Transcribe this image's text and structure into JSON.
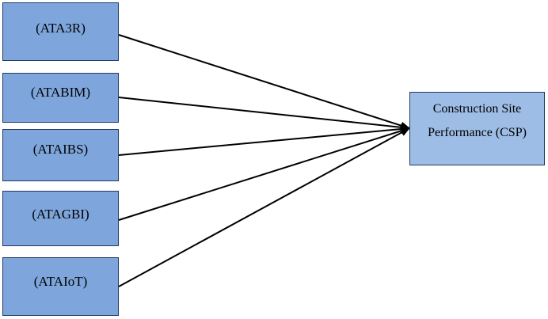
{
  "diagram": {
    "sources": [
      {
        "id": "ata3r",
        "label": "(ATA3R)"
      },
      {
        "id": "atabim",
        "label": "(ATABIM)"
      },
      {
        "id": "ataibs",
        "label": "(ATAIBS)"
      },
      {
        "id": "atagbi",
        "label": "(ATAGBI)"
      },
      {
        "id": "ataiot",
        "label": "(ATAIoT)"
      }
    ],
    "target": {
      "line1": "Construction Site",
      "line2": "Performance (CSP)"
    },
    "colors": {
      "source_fill": "#7ea6dc",
      "target_fill": "#9dbde6",
      "border": "#1f3b63",
      "arrow": "#000000"
    }
  }
}
